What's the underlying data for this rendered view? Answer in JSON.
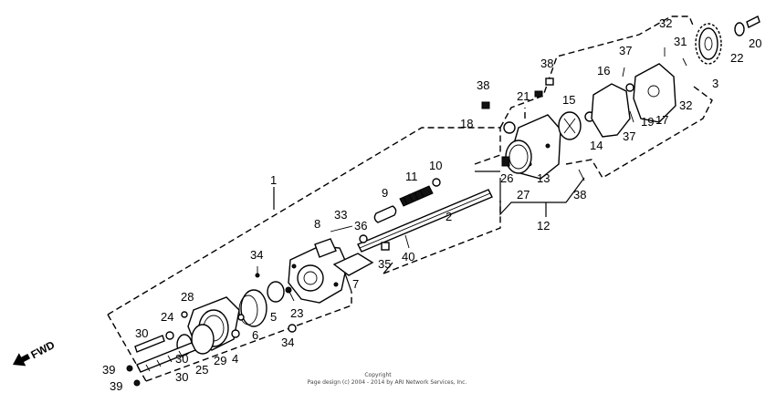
{
  "direction_label": "FWD",
  "callouts": [
    "1",
    "2",
    "3",
    "4",
    "5",
    "6",
    "7",
    "8",
    "9",
    "10",
    "11",
    "12",
    "13",
    "14",
    "15",
    "16",
    "17",
    "18",
    "19",
    "20",
    "21",
    "22",
    "23",
    "24",
    "25",
    "26",
    "27",
    "28",
    "29",
    "30",
    "30",
    "30",
    "31",
    "32",
    "32",
    "33",
    "34",
    "34",
    "35",
    "36",
    "37",
    "37",
    "38",
    "38",
    "38",
    "39",
    "39",
    "40"
  ],
  "copyright": {
    "line1": "Copyright",
    "line2": "Page design (c) 2004 - 2014 by ARI Network Services, Inc."
  }
}
